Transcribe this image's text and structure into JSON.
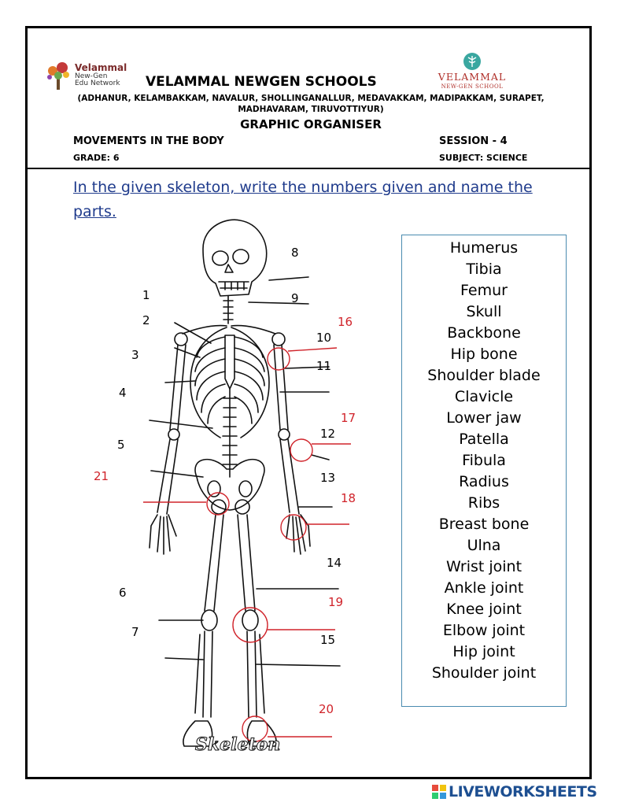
{
  "header": {
    "logo_brand": "Velammal",
    "logo_sub1": "New-Gen",
    "logo_sub2": "Edu Network",
    "school_name": "VELAMMAL NEWGEN SCHOOLS",
    "places_line1": "(ADHANUR, KELAMBAKKAM, NAVALUR, SHOLLINGANALLUR, MEDAVAKKAM, MADIPAKKAM, SURAPET,",
    "places_line2": "MADHAVARAM, TIRUVOTTIYUR)",
    "right_logo_name": "VELAMMAL",
    "right_logo_sub": "NEW-GEN SCHOOL",
    "doc_type": "GRAPHIC ORGANISER",
    "topic": "MOVEMENTS IN THE BODY",
    "grade": "GRADE:  6",
    "session": "SESSION - 4",
    "subject": "SUBJECT:  SCIENCE"
  },
  "instruction": "In the given skeleton, write the numbers given and name the parts.",
  "skeleton_caption": "Skeleton",
  "labels": {
    "l1": "1",
    "l2": "2",
    "l3": "3",
    "l4": "4",
    "l5": "5",
    "l6": "6",
    "l7": "7",
    "l8": "8",
    "l9": "9",
    "l10": "10",
    "l11": "11",
    "l12": "12",
    "l13": "13",
    "l14": "14",
    "l15": "15",
    "l16": "16",
    "l17": "17",
    "l18": "18",
    "l19": "19",
    "l20": "20",
    "l21": "21"
  },
  "word_bank": [
    "Humerus",
    "Tibia",
    "Femur",
    "Skull",
    "Backbone",
    "Hip bone",
    "Shoulder blade",
    "Clavicle",
    "Lower jaw",
    "Patella",
    "Fibula",
    "Radius",
    "Ribs",
    "Breast bone",
    "Ulna",
    "Wrist joint",
    "Ankle joint",
    "Knee joint",
    "Elbow joint",
    "Hip joint",
    "Shoulder joint"
  ],
  "footer": {
    "brand": "LIVEWORKSHEETS"
  },
  "colors": {
    "label_black": "#000000",
    "label_red": "#d0232a",
    "instruction_blue": "#1f3b8c",
    "box_border": "#4a8bb0"
  }
}
